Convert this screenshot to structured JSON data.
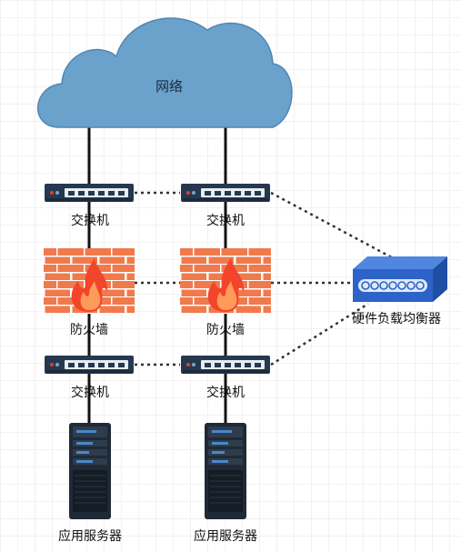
{
  "cloud": {
    "label": "网络"
  },
  "devices": {
    "switch_top_left": "交换机",
    "switch_top_right": "交换机",
    "firewall_left": "防火墙",
    "firewall_right": "防火墙",
    "load_balancer": "硬件负载均衡器",
    "switch_bottom_left": "交换机",
    "switch_bottom_right": "交换机",
    "server_left": "应用服务器",
    "server_right": "应用服务器"
  },
  "colors": {
    "cloud": "#6aa2cc",
    "cloud_edge": "#4f86b3",
    "firewall_brick": "#f07a4c",
    "firewall_mortar": "#ffffff",
    "flame": "#f2452a",
    "switch_body": "#25384f",
    "load_balancer": "#2d63c8",
    "server_body": "#1f2a36",
    "grid": "#e6e6e6",
    "connector": "#111111",
    "dotted_link": "#333333"
  }
}
